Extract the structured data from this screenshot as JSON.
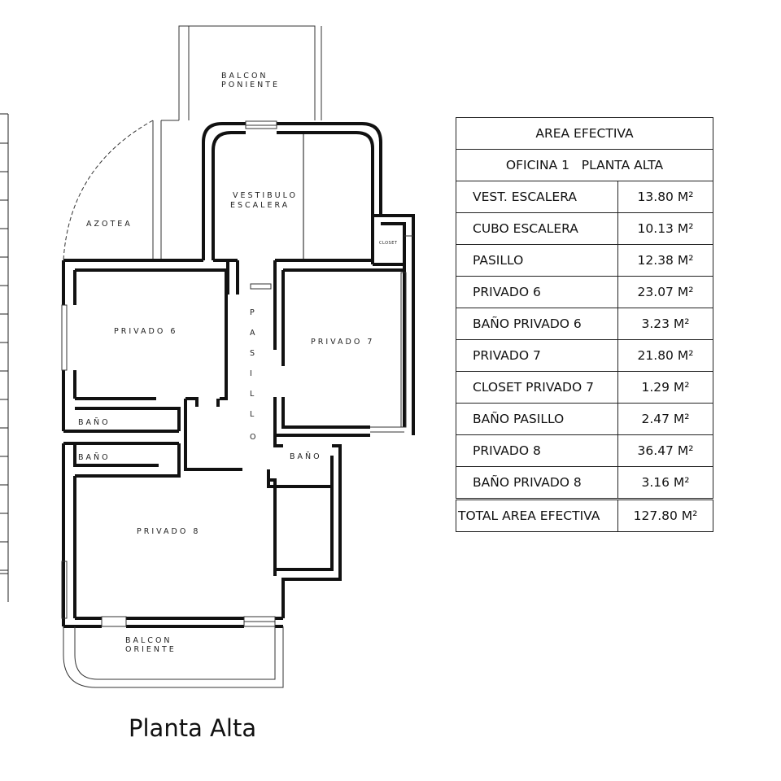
{
  "plan": {
    "rooms": {
      "balcon_poniente_1": "BALCON",
      "balcon_poniente_2": "PONIENTE",
      "vestibulo_1": "VESTIBULO",
      "vestibulo_2": "ESCALERA",
      "azotea": "AZOTEA",
      "closet": "CLOSET",
      "pasillo": [
        "P",
        "A",
        "S",
        "I",
        "L",
        "L",
        "O"
      ],
      "privado6": "PRIVADO 6",
      "privado7": "PRIVADO 7",
      "bano1": "BAÑO",
      "bano2": "BAÑO",
      "bano3": "BAÑO",
      "privado8": "PRIVADO 8",
      "balcon_oriente_1": "BALCON",
      "balcon_oriente_2": "ORIENTE"
    },
    "caption": "Planta Alta"
  },
  "table": {
    "title": "AREA EFECTIVA",
    "subtitle": "OFICINA 1   PLANTA ALTA",
    "rows": [
      {
        "name": "VEST. ESCALERA",
        "value": "13.80 M²"
      },
      {
        "name": "CUBO ESCALERA",
        "value": "10.13 M²"
      },
      {
        "name": "PASILLO",
        "value": "12.38 M²"
      },
      {
        "name": "PRIVADO 6",
        "value": "23.07 M²"
      },
      {
        "name": "BAÑO PRIVADO 6",
        "value": "3.23 M²"
      },
      {
        "name": "PRIVADO 7",
        "value": "21.80 M²"
      },
      {
        "name": "CLOSET PRIVADO 7",
        "value": "1.29 M²"
      },
      {
        "name": "BAÑO PASILLO",
        "value": "2.47 M²"
      },
      {
        "name": "PRIVADO 8",
        "value": "36.47 M²"
      },
      {
        "name": "BAÑO PRIVADO 8",
        "value": "3.16 M²"
      }
    ],
    "total": {
      "name": "TOTAL AREA EFECTIVA",
      "value": "127.80 M²"
    }
  }
}
